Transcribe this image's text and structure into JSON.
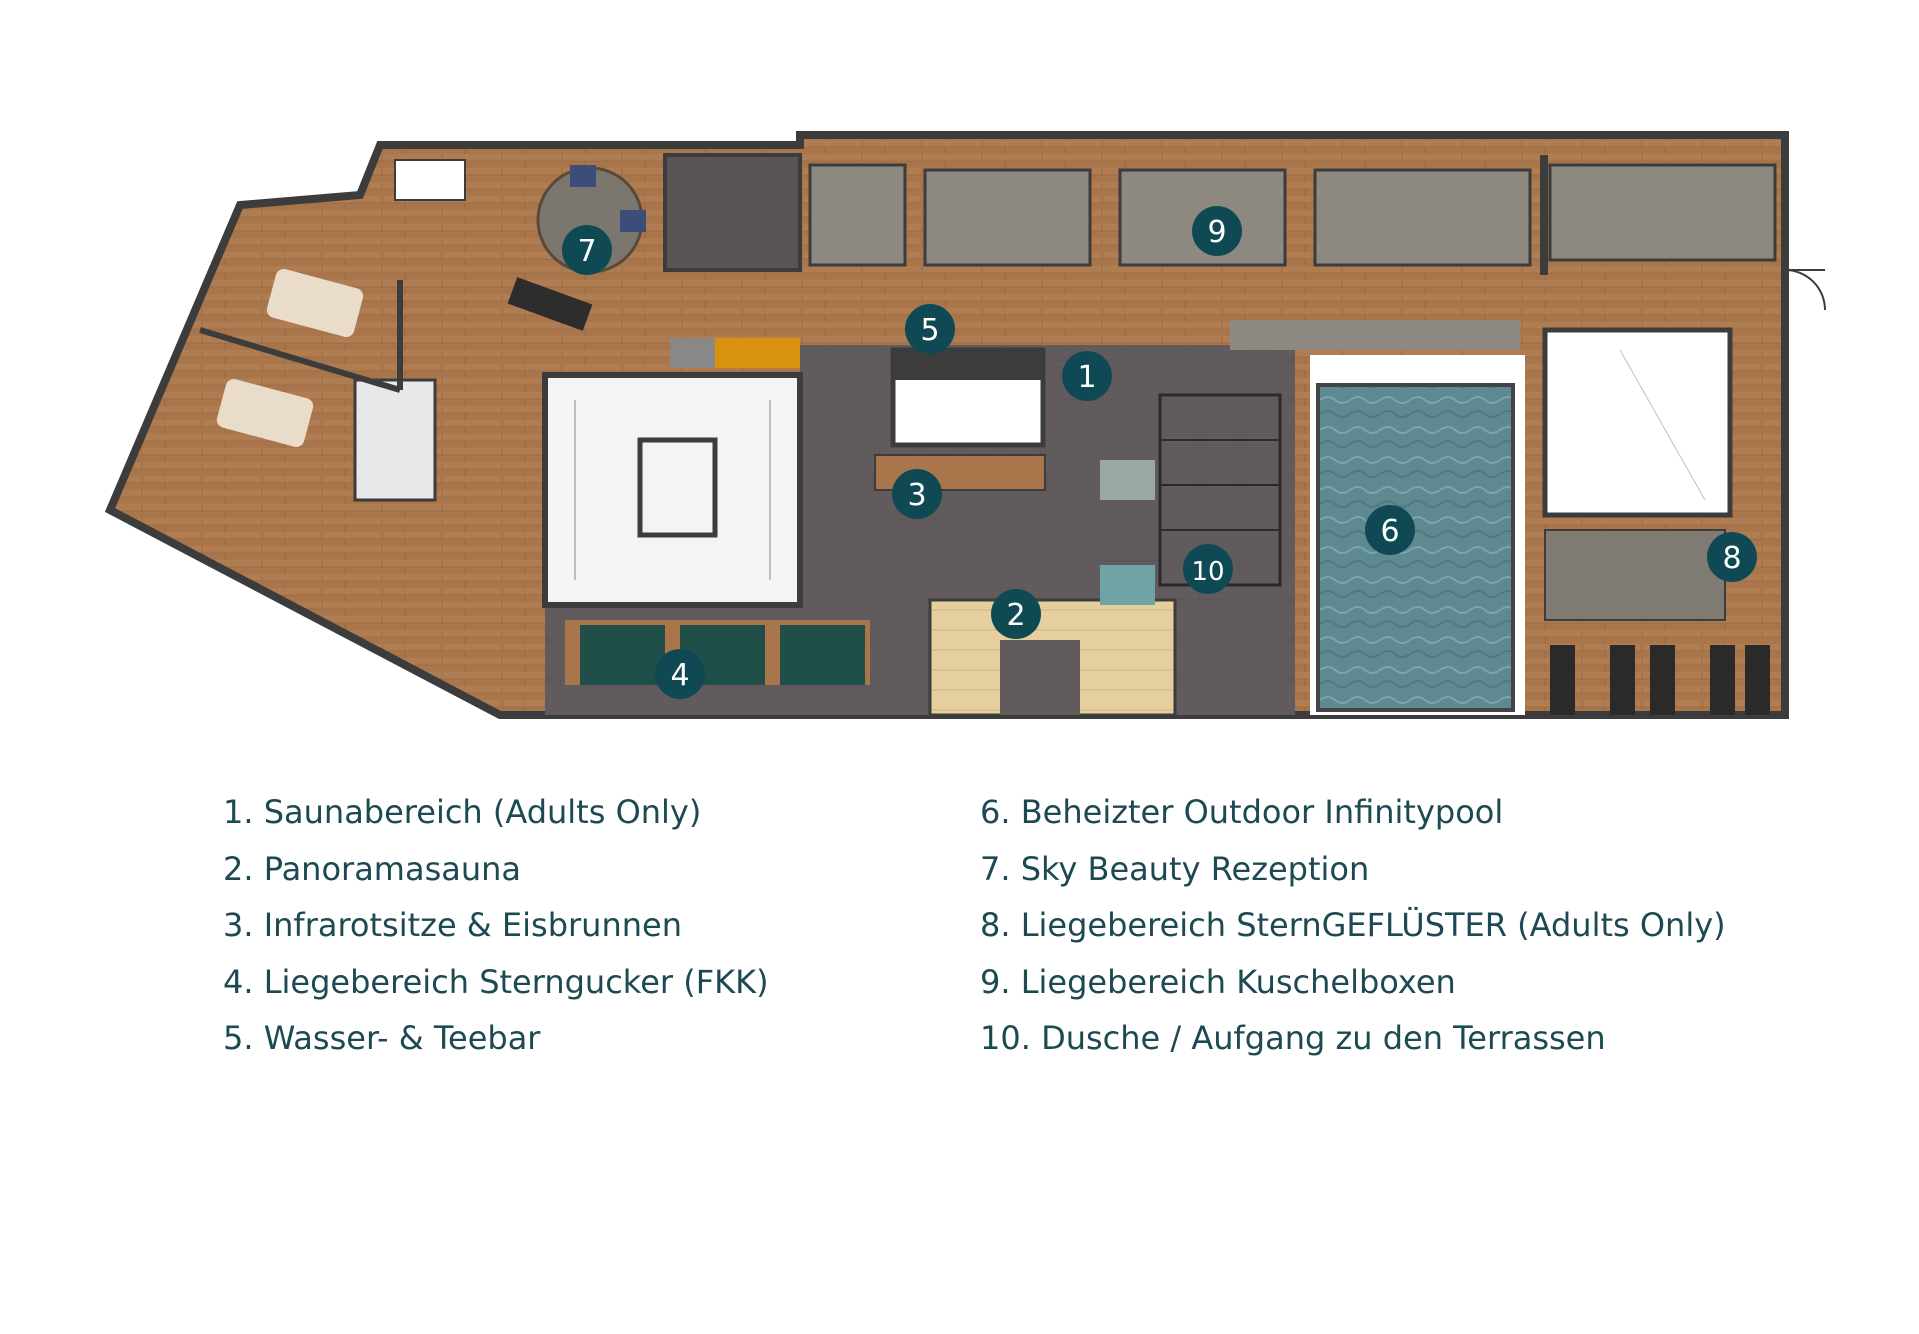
{
  "colors": {
    "marker": "#0f4a54",
    "legend_text": "#1d4a52",
    "wood_floor": "#a9754a",
    "stone_floor": "#5c5658",
    "pool_water": "#5f8991",
    "seat_green": "#1f4f48",
    "wall": "#3c3c3c"
  },
  "markers": [
    {
      "id": "m1",
      "label": "1"
    },
    {
      "id": "m2",
      "label": "2"
    },
    {
      "id": "m3",
      "label": "3"
    },
    {
      "id": "m4",
      "label": "4"
    },
    {
      "id": "m5",
      "label": "5"
    },
    {
      "id": "m6",
      "label": "6"
    },
    {
      "id": "m7",
      "label": "7"
    },
    {
      "id": "m8",
      "label": "8"
    },
    {
      "id": "m9",
      "label": "9"
    },
    {
      "id": "m10",
      "label": "10"
    }
  ],
  "legend": {
    "left": [
      "1. Saunabereich (Adults Only)",
      "2. Panoramasauna",
      "3. Infrarotsitze & Eisbrunnen",
      "4. Liegebereich Sterngucker (FKK)",
      "5. Wasser- & Teebar"
    ],
    "right": [
      "6. Beheizter Outdoor Infinitypool",
      "7. Sky Beauty Rezeption",
      "8. Liegebereich SternGEFLÜSTER (Adults Only)",
      "9. Liegebereich Kuschelboxen",
      "10. Dusche / Aufgang zu den Terrassen"
    ]
  }
}
